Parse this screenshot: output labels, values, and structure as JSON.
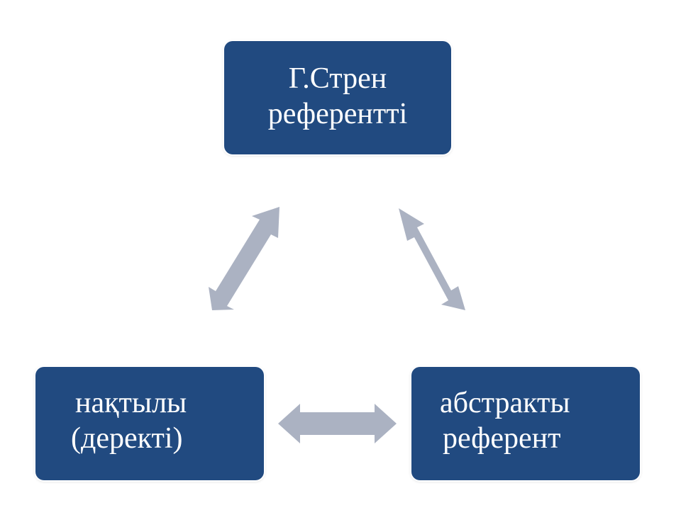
{
  "diagram": {
    "nodes": {
      "top": {
        "line1": "Г.Стрен",
        "line2": "референтті"
      },
      "left": {
        "line1": "нақтылы",
        "line2": "(деректі)"
      },
      "right": {
        "line1": "абстракты",
        "line2": "референт"
      }
    },
    "arrows": [
      {
        "from": "top",
        "to": "left",
        "direction": "both"
      },
      {
        "from": "top",
        "to": "right",
        "direction": "both"
      },
      {
        "from": "left",
        "to": "right",
        "direction": "both"
      }
    ],
    "colors": {
      "node_fill": "#214a80",
      "node_text": "#ffffff",
      "arrow_fill": "#abb2c2"
    }
  }
}
